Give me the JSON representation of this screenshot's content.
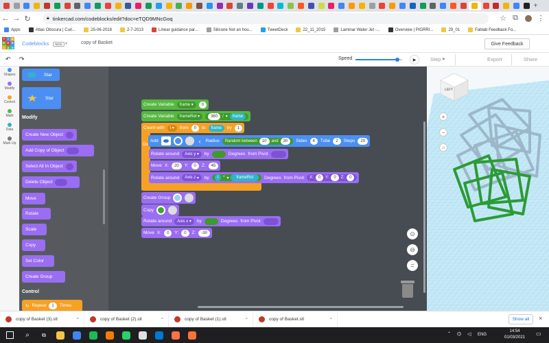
{
  "browser": {
    "url": "tinkercad.com/codeblocks/edit?doc=eTQD9MNcGoq",
    "tab_colors": [
      "#db4437",
      "#9e9e9e",
      "#4285f4",
      "#f4b400",
      "#c0392b",
      "#0f9d58",
      "#db4437",
      "#5f6368",
      "#4285f4",
      "#0f9d58",
      "#ea4335",
      "#f4b400",
      "#3b5998",
      "#e91e63",
      "#0f9d58",
      "#1da1f2",
      "#f4b400",
      "#4caf50",
      "#ff9800",
      "#795548",
      "#2196f3",
      "#9c27b0",
      "#db4437",
      "#607d8b",
      "#673ab7",
      "#009688",
      "#f44336",
      "#00bcd4",
      "#8bc34a",
      "#ff5722",
      "#3f51b5",
      "#cddc39",
      "#e91e63",
      "#4285f4",
      "#ff9800",
      "#f4b400",
      "#9e9e9e",
      "#ea4335",
      "#ff9900",
      "#4285f4",
      "#1565c0",
      "#0f9d58",
      "#5f6368",
      "#4285f4",
      "#ff5722",
      "#db4437",
      "#f4b400",
      "#ea4335",
      "#c62828",
      "#f4b400",
      "#4285f4",
      "#202124"
    ],
    "bookmarks": [
      {
        "label": "Apps",
        "color": "#4285f4"
      },
      {
        "label": "Atlas Obscura | Curi...",
        "color": "#333333"
      },
      {
        "label": "25-06-2018",
        "color": "#f4c542"
      },
      {
        "label": "2-7-2013",
        "color": "#f4c542"
      },
      {
        "label": "Linear guidance par...",
        "color": "#db4437"
      },
      {
        "label": "Silicone Not an hou...",
        "color": "#9e9e9e"
      },
      {
        "label": "TweetDeck",
        "color": "#1da1f2"
      },
      {
        "label": "22_11_2015",
        "color": "#f4c542"
      },
      {
        "label": "Laminar Water Jet -...",
        "color": "#9e9e9e"
      },
      {
        "label": "Overview | PIGRRI...",
        "color": "#333333"
      },
      {
        "label": "29_01",
        "color": "#f4c542"
      },
      {
        "label": "Fablab Feedback Fo...",
        "color": "#f4c542"
      }
    ]
  },
  "header": {
    "logo_letters": [
      "T",
      "I",
      "N",
      "K",
      "E",
      "R",
      "C",
      "A",
      "D"
    ],
    "app_name": "Codeblocks",
    "badge": "NEW",
    "doc_title": "copy of Basket",
    "feedback": "Give Feedback"
  },
  "toolbar": {
    "speed_label": "Speed",
    "step": "Step",
    "export": "Export",
    "share": "Share",
    "speed_level": 0.9
  },
  "leftnav": [
    {
      "label": "Shapes",
      "color": "#4c8ff2"
    },
    {
      "label": "Modify",
      "color": "#9a6df2"
    },
    {
      "label": "Control",
      "color": "#f5a126"
    },
    {
      "label": "Math",
      "color": "#56b83f"
    },
    {
      "label": "Data",
      "color": "#2eb6c7"
    },
    {
      "label": "Mark Up",
      "color": "#777777"
    }
  ],
  "palette": {
    "star1": "Star",
    "star2": "Star",
    "modify_heading": "Modify",
    "control_heading": "Control",
    "blocks": [
      "Create New Object",
      "Add Copy of Object",
      "Select All In Object",
      "Delete Object",
      "Move",
      "Rotate",
      "Scale",
      "Copy",
      "Set Color",
      "Create Group"
    ],
    "repeat": "Repeat",
    "repeat_value": "1",
    "times": "Times"
  },
  "code": {
    "b1": {
      "a": "Create Variable",
      "var": "frame",
      "val": "0"
    },
    "b2": {
      "a": "Create Variable",
      "var": "frameRot",
      "val": "360",
      "op": "/",
      "ref": "frame"
    },
    "b3": {
      "a": "Count with",
      "var": "i",
      "from": "from",
      "fromv": "0",
      "to": "to",
      "tov": "frame",
      "by": "by",
      "byv": "1",
      "do": "Do"
    },
    "b4": {
      "a": "Add",
      "r": "Radius",
      "rand": "Random between",
      "rmin": "10",
      "and": "and",
      "rmax": "30",
      "sides": "Sides",
      "sidesv": "4",
      "tube": "Tube",
      "tubev": "2",
      "steps": "Steps",
      "stepsv": "20"
    },
    "b5": {
      "a": "Rotate around",
      "axis": "Axis y",
      "by": "by",
      "deg": "Degrees",
      "from": "from Pivot"
    },
    "b6": {
      "a": "Move",
      "x": "X:",
      "xv": "20",
      "y": "Y:",
      "yv": "0",
      "z": "Z:",
      "zv": "45"
    },
    "b7": {
      "a": "Rotate around",
      "axis": "Axis z",
      "by": "by",
      "i": "i",
      "op": "*",
      "ref": "frameRot",
      "deg": "Degrees",
      "from": "from Pivot",
      "x": "X:",
      "xv": "0",
      "y": "Y:",
      "yv": "0",
      "z": "Z:",
      "zv": "0"
    },
    "b8": {
      "a": "Create Group"
    },
    "b9": {
      "a": "Copy"
    },
    "b10": {
      "a": "Rotate around",
      "axis": "Axis x",
      "by": "by",
      "deg": "Degrees",
      "from": "from Pivot"
    },
    "b11": {
      "a": "Move",
      "x": "X:",
      "xv": "0",
      "y": "Y:",
      "yv": "0",
      "z": "Z:",
      "zv": "-30"
    }
  },
  "viewer": {
    "cube_face": "LEFT"
  },
  "downloads": {
    "items": [
      "copy of Basket (3).stl",
      "copy of Basket (2).stl",
      "copy of Basket (1).stl",
      "copy of Basket.stl"
    ],
    "show_all": "Show all"
  },
  "taskbar": {
    "icons": [
      {
        "name": "file-explorer-icon",
        "color": "#f4c542"
      },
      {
        "name": "chrome-icon",
        "color": "#4285f4"
      },
      {
        "name": "spotify-icon",
        "color": "#1db954"
      },
      {
        "name": "fusion-icon",
        "color": "#f57c00"
      },
      {
        "name": "whatsapp-icon",
        "color": "#25d366"
      },
      {
        "name": "app-icon",
        "color": "#e0e0e0"
      },
      {
        "name": "outlook-icon",
        "color": "#0078d4"
      },
      {
        "name": "app2-icon",
        "color": "#ff7043"
      },
      {
        "name": "firefox-icon",
        "color": "#ff7139"
      }
    ],
    "lang": "ENG",
    "time": "14:54",
    "date": "01/03/2021"
  }
}
